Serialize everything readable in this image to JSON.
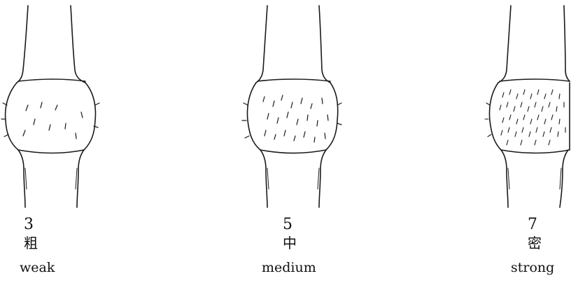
{
  "items": [
    {
      "number": "3",
      "chinese": "粗",
      "english": "weak"
    },
    {
      "number": "5",
      "chinese": "中",
      "english": "medium"
    },
    {
      "number": "7",
      "chinese": "密",
      "english": "strong"
    }
  ],
  "colors": {
    "stroke": "#1a1a1a",
    "background": "#ffffff"
  }
}
